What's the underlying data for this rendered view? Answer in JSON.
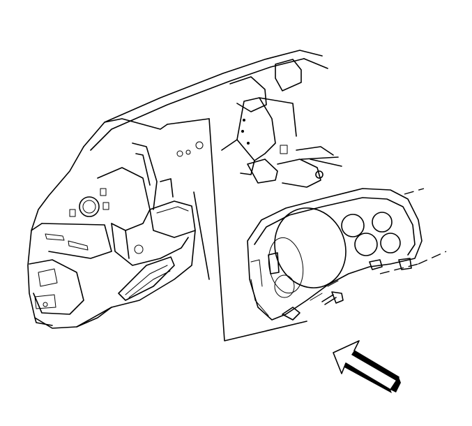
{
  "illustration": {
    "colors": {
      "line": "#000000",
      "background": "#ffffff"
    },
    "parts": [
      "instrument-panel-carrier",
      "instrument-cluster",
      "mounting-screw",
      "installation-arrow"
    ]
  }
}
